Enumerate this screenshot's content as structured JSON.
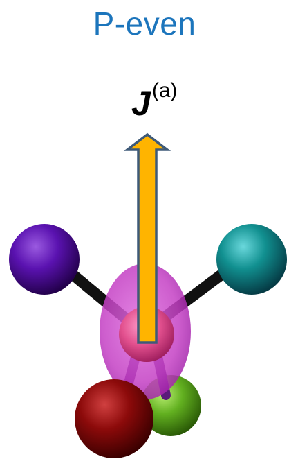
{
  "title": "P-even",
  "vector_label": {
    "symbol": "J",
    "superscript": "(a)"
  },
  "colors": {
    "title": "#1c75bc",
    "arrow_fill": "#ffb400",
    "arrow_stroke": "#3e5a78",
    "bond": "#111111",
    "electron_cloud": "#c040c0",
    "central_atom": "#e05a9a",
    "atom_left": "#4a0a9a",
    "atom_right": "#108a8a",
    "atom_bottom_left": "#8a0a0a",
    "atom_bottom_right": "#5fae20"
  }
}
